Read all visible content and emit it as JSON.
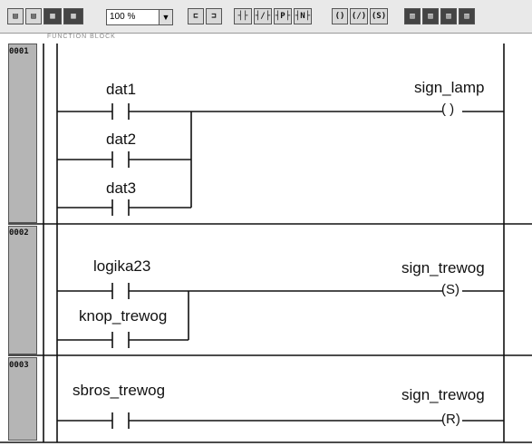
{
  "toolbar": {
    "zoom_value": "100 %",
    "buttons": [
      {
        "name": "cut-icon",
        "glyph": "▤"
      },
      {
        "name": "copy-icon",
        "glyph": "▤"
      },
      {
        "name": "paste-icon",
        "glyph": "▦"
      },
      {
        "name": "delete-icon",
        "glyph": "▦"
      },
      {
        "name": "contact-no-icon",
        "glyph": "┤├"
      },
      {
        "name": "contact-nc-icon",
        "glyph": "┤/├"
      },
      {
        "name": "contact-p-icon",
        "glyph": "┤P├"
      },
      {
        "name": "contact-n-icon",
        "glyph": "┤N├"
      },
      {
        "name": "coil-icon",
        "glyph": "()"
      },
      {
        "name": "coil-neg-icon",
        "glyph": "(/)"
      },
      {
        "name": "coil-set-icon",
        "glyph": "(S)"
      },
      {
        "name": "block-icon",
        "glyph": "▥"
      }
    ]
  },
  "block_title": "FUNCTION BLOCK",
  "rungs": [
    {
      "number": "0001",
      "contacts": [
        "dat1",
        "dat2",
        "dat3"
      ],
      "coil": {
        "label": "sign_lamp",
        "symbol": "( )"
      }
    },
    {
      "number": "0002",
      "contacts": [
        "logika23",
        "knop_trewog"
      ],
      "coil": {
        "label": "sign_trewog",
        "symbol": "(S)"
      }
    },
    {
      "number": "0003",
      "contacts": [
        "sbros_trewog"
      ],
      "coil": {
        "label": "sign_trewog",
        "symbol": "(R)"
      }
    }
  ]
}
